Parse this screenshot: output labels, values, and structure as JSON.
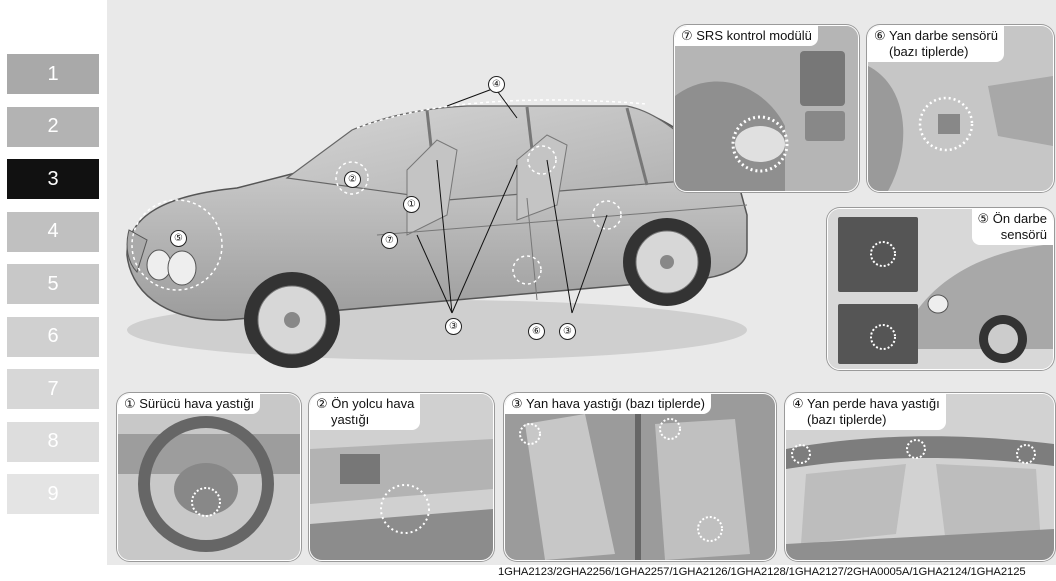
{
  "tabs": [
    "1",
    "2",
    "3",
    "4",
    "5",
    "6",
    "7",
    "8",
    "9"
  ],
  "active_tab": "3",
  "tab_colors": [
    "#a9a9a9",
    "#b3b3b3",
    "#111111",
    "#c0c0c0",
    "#c8c8c8",
    "#d0d0d0",
    "#d7d7d7",
    "#dddddd",
    "#e4e4e4"
  ],
  "callouts": {
    "srs_module": "⑦ SRS kontrol modülü",
    "side_sensor_line1": "⑥ Yan darbe sensörü",
    "side_sensor_line2": "(bazı tiplerde)",
    "front_sensor_line1": "⑤ Ön darbe",
    "front_sensor_line2": "sensörü",
    "driver_airbag": "① Sürücü hava yastığı",
    "passenger_line1": "② Ön yolcu hava",
    "passenger_line2": "yastığı",
    "side_airbag": "③ Yan hava yastığı (bazı tiplerde)",
    "curtain_line1": "④ Yan perde hava yastığı",
    "curtain_line2": "(bazı tiplerde)"
  },
  "markers": [
    "①",
    "②",
    "③",
    "④",
    "⑤",
    "⑥",
    "⑦"
  ],
  "figure_code": "1GHA2123/2GHA2256/1GHA2257/1GHA2126/1GHA2128/1GHA2127/2GHA0005A/1GHA2124/1GHA2125"
}
